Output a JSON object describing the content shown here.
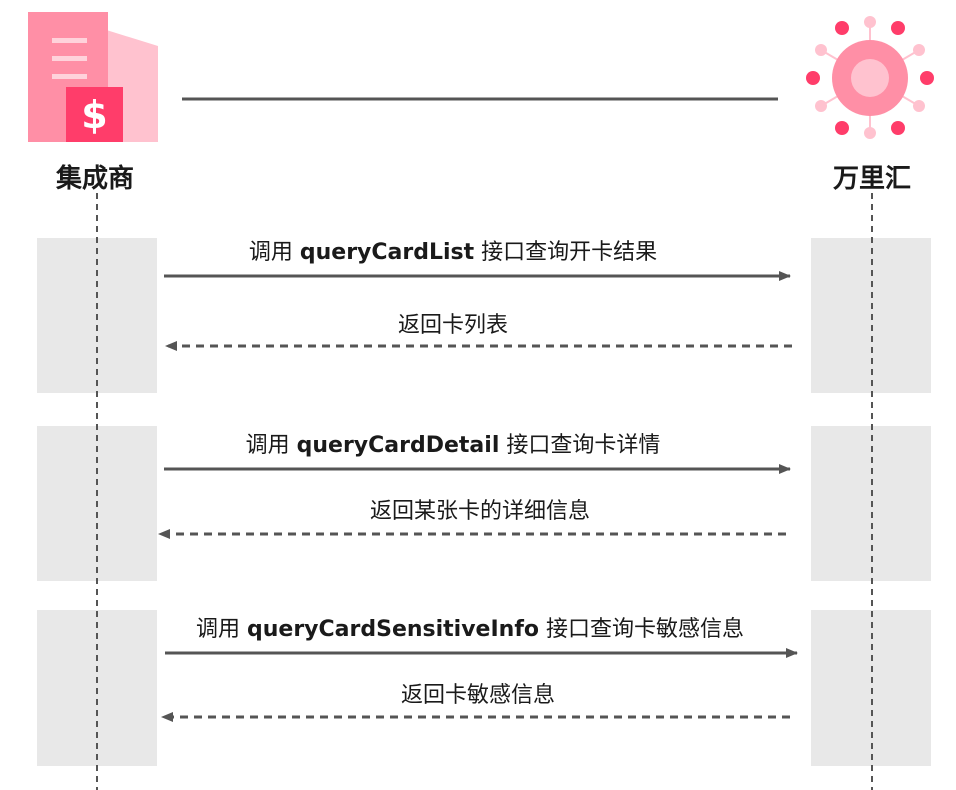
{
  "participants": {
    "left": {
      "label": "集成商",
      "icon": "building-dollar-icon"
    },
    "right": {
      "label": "万里汇",
      "icon": "sun-network-icon"
    }
  },
  "colors": {
    "icon_primary": "#ff3d6a",
    "icon_light": "#ffc2cf",
    "activation_box": "#e8e8e8",
    "line": "#555555"
  },
  "messages": [
    {
      "prefix": "调用 ",
      "api": "queryCardList",
      "suffix": " 接口查询开卡结果",
      "direction": "right",
      "style": "solid"
    },
    {
      "prefix": "返回卡列表",
      "api": "",
      "suffix": "",
      "direction": "left",
      "style": "dashed"
    },
    {
      "prefix": "调用 ",
      "api": "queryCardDetail",
      "suffix": " 接口查询卡详情",
      "direction": "right",
      "style": "solid"
    },
    {
      "prefix": "返回某张卡的详细信息",
      "api": "",
      "suffix": "",
      "direction": "left",
      "style": "dashed"
    },
    {
      "prefix": "调用 ",
      "api": "queryCardSensitiveInfo",
      "suffix": " 接口查询卡敏感信息",
      "direction": "right",
      "style": "solid"
    },
    {
      "prefix": "返回卡敏感信息",
      "api": "",
      "suffix": "",
      "direction": "left",
      "style": "dashed"
    }
  ]
}
